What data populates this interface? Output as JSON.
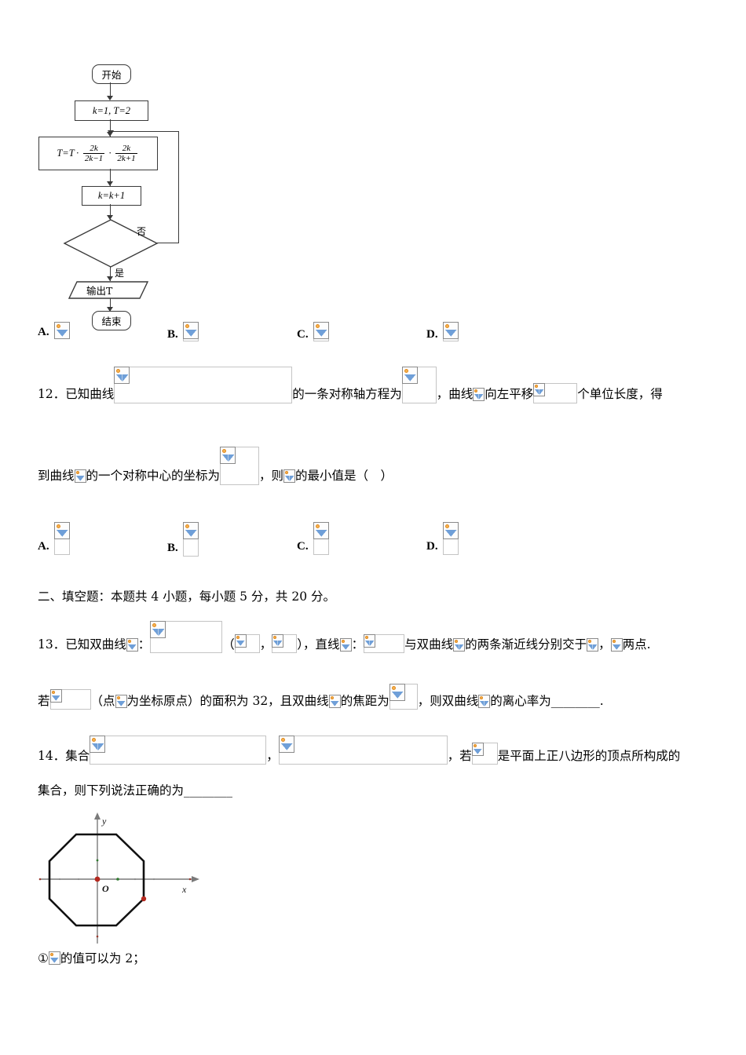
{
  "document": {
    "type": "exam-paper",
    "language": "zh-CN"
  },
  "flowchart": {
    "nodes": {
      "start": "开始",
      "init": "k=1, T=2",
      "process_prefix": "T=T",
      "process_dot": "·",
      "frac1_num": "2k",
      "frac1_den": "2k−1",
      "frac2_num": "2k",
      "frac2_den": "2k+1",
      "increment": "k=k+1",
      "condition": "",
      "output": "输出T",
      "end": "结束"
    },
    "labels": {
      "no": "否",
      "yes": "是"
    }
  },
  "options_row_1": {
    "items": [
      {
        "label": "A.",
        "image": "broken-image-placeholder"
      },
      {
        "label": "B.",
        "image": "broken-image-placeholder"
      },
      {
        "label": "C.",
        "image": "broken-image-placeholder"
      },
      {
        "label": "D.",
        "image": "broken-image-placeholder"
      }
    ]
  },
  "question_12": {
    "number": "12．",
    "seg1": "已知曲线",
    "seg2": "的一条对称轴方程为",
    "seg3": "，曲线",
    "seg4": "向左平移",
    "seg5": "个单位长度，得",
    "line2_seg1": "到曲线",
    "line2_seg2": "的一个对称中心的坐标为",
    "line2_seg3": "，则",
    "line2_seg4": "的最小值是（　）"
  },
  "options_row_2": {
    "items": [
      {
        "label": "A.",
        "image": "broken-image-placeholder"
      },
      {
        "label": "B.",
        "image": "broken-image-placeholder"
      },
      {
        "label": "C.",
        "image": "broken-image-placeholder"
      },
      {
        "label": "D.",
        "image": "broken-image-placeholder"
      }
    ]
  },
  "section_2": {
    "heading": "二、填空题：本题共 4 小题，每小题 5 分，共 20 分。"
  },
  "question_13": {
    "number": "13．",
    "seg1": "已知双曲线",
    "seg2": "：",
    "seg3": "（",
    "seg4": "，",
    "seg5": "），直线",
    "seg6": "：",
    "seg7": "与双曲线",
    "seg8": "的两条渐近线分别交于",
    "seg9": "，",
    "seg10": "两点.",
    "line2_seg1": "若",
    "line2_seg2": "（点",
    "line2_seg3": "为坐标原点）的面积为 32，且双曲线",
    "line2_seg4": "的焦距为",
    "line2_seg5": "，则双曲线",
    "line2_seg6": "的离心率为________."
  },
  "question_14": {
    "number": "14．",
    "seg1": "集合",
    "seg2": "，",
    "seg3": "，若",
    "seg4": "是平面上正八边形的顶点所构成的",
    "line2": "集合，则下列说法正确的为________"
  },
  "octagon_figure": {
    "axis_x_label": "x",
    "axis_y_label": "y",
    "origin_label": "O",
    "origin_color": "#b5291f",
    "vertex_dot_color": "#b5291f",
    "point_color": "#2f7a2f",
    "shape": "regular-octagon"
  },
  "statement_1": {
    "marker": "①",
    "text_after": "的值可以为 2；"
  }
}
